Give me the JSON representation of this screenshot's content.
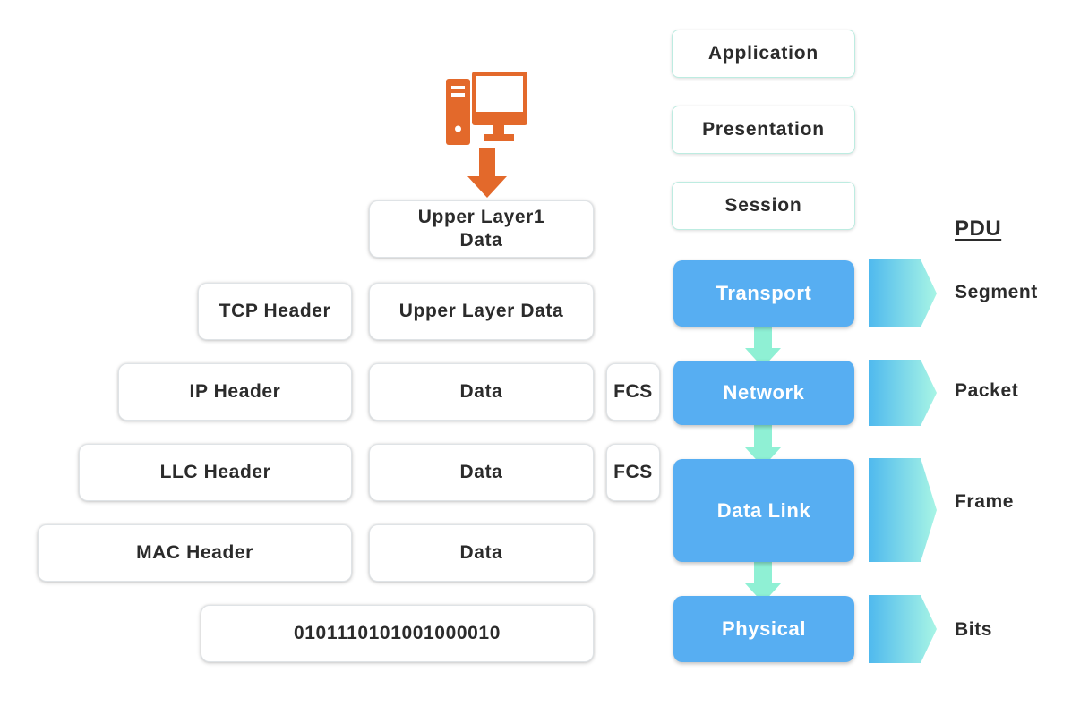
{
  "encapsulation": {
    "upper_layer_data": "Upper Layer1\nData",
    "segment_row": {
      "header": "TCP Header",
      "data": "Upper Layer Data"
    },
    "packet_row": {
      "header": "IP Header",
      "data": "Data",
      "trailer": "FCS"
    },
    "llc_row": {
      "header": "LLC Header",
      "data": "Data",
      "trailer": "FCS"
    },
    "mac_row": {
      "header": "MAC Header",
      "data": "Data"
    },
    "bits": "0101110101001000010"
  },
  "osi_layers": {
    "application": "Application",
    "presentation": "Presentation",
    "session": "Session",
    "transport": "Transport",
    "network": "Network",
    "data_link": "Data Link",
    "physical": "Physical"
  },
  "pdu": {
    "title": "PDU",
    "segment": "Segment",
    "packet": "Packet",
    "frame": "Frame",
    "bits": "Bits"
  },
  "icons": {
    "computer": "computer-icon",
    "down_arrow": "down-arrow-icon"
  },
  "colors": {
    "accent_orange": "#e3692b",
    "layer_blue": "#57aef2",
    "flow_mint": "#8ff0d4",
    "pdu_gradient_start": "#4fb9ee",
    "pdu_gradient_end": "#a8f5e5"
  }
}
